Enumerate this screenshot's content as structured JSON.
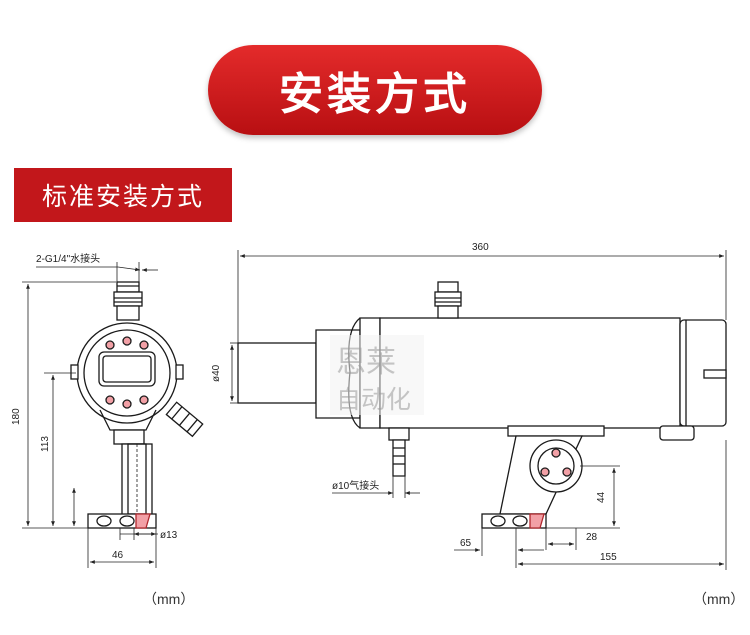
{
  "header": {
    "title": "安装方式"
  },
  "section": {
    "title": "标准安装方式"
  },
  "front_view": {
    "port_label": "2-G1/4\"水接头",
    "dim_height_total": "180",
    "dim_height_mid": "113",
    "dim_width": "46",
    "dim_hole": "ø13",
    "unit": "（mm）"
  },
  "side_view": {
    "dim_length": "360",
    "dim_diameter": "ø40",
    "air_label": "ø10气接头",
    "dim_44": "44",
    "dim_28": "28",
    "dim_65": "65",
    "dim_155": "155",
    "unit": "（mm）"
  },
  "watermark": {
    "line1": "恩莱",
    "line2": "自动化"
  },
  "colors": {
    "accent": "#c2171b",
    "line": "#1a1a1a",
    "pink": "#f2a0a6",
    "dim_line": "#b0282e"
  }
}
